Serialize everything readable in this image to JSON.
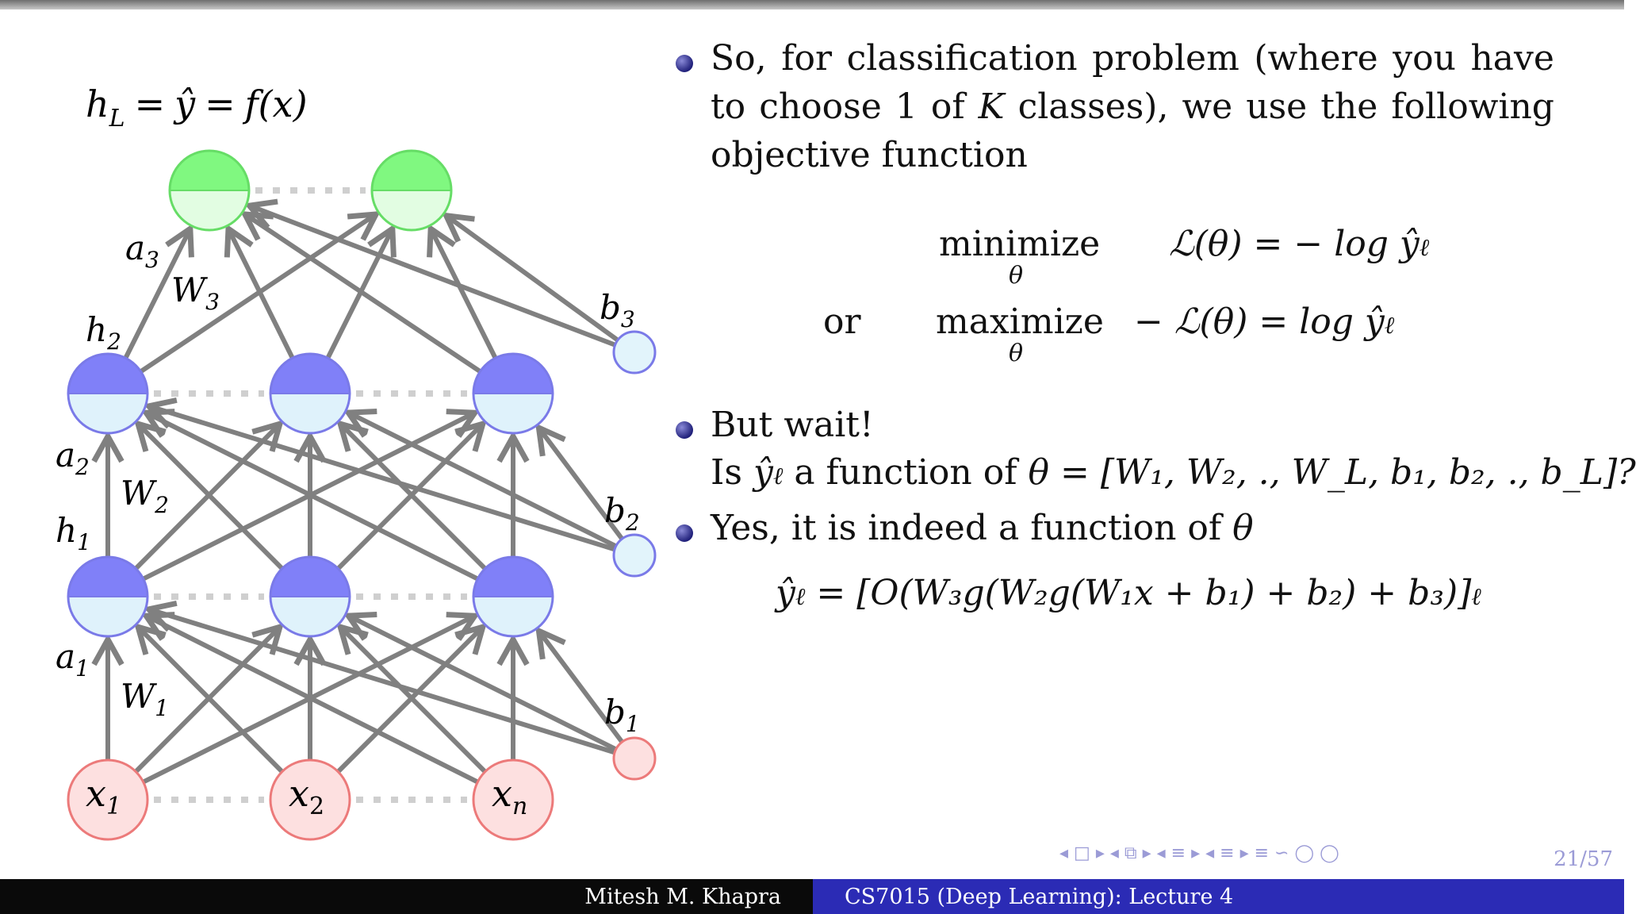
{
  "diagram": {
    "title": "h_L = ŷ = f(x)",
    "title_parts": {
      "h": "h",
      "L": "L",
      "eq1": "=",
      "yhat": "ŷ",
      "eq2": "=",
      "fx": "f(x)"
    },
    "inputs": [
      "x",
      "x",
      "x"
    ],
    "input_subs": [
      "1",
      "2",
      "n"
    ],
    "labels": {
      "a3": "a",
      "a3_sub": "3",
      "W3": "W",
      "W3_sub": "3",
      "b3": "b",
      "b3_sub": "3",
      "h2": "h",
      "h2_sub": "2",
      "a2": "a",
      "a2_sub": "2",
      "W2": "W",
      "W2_sub": "2",
      "b2": "b",
      "b2_sub": "2",
      "h1": "h",
      "h1_sub": "1",
      "a1": "a",
      "a1_sub": "1",
      "W1": "W",
      "W1_sub": "1",
      "b1": "b",
      "b1_sub": "1"
    },
    "colors": {
      "output_top": "#80f880",
      "output_bottom": "#e2fde2",
      "output_stroke": "#66dd66",
      "hidden_top": "#8080f8",
      "hidden_bottom": "#dff2fb",
      "hidden_stroke": "#7a7ae8",
      "input_fill": "#fde0e0",
      "input_stroke": "#ec7a7a",
      "bias_blue": "#e2f4fb",
      "bias_red": "#fde0e0",
      "edge": "#808080",
      "dots": "#cfcfcf"
    }
  },
  "bullets": [
    {
      "line1": [
        "So,",
        "for",
        "classification",
        "problem",
        "(where",
        "you",
        "have"
      ],
      "line2": [
        "to",
        "choose",
        "1",
        "of",
        "K",
        "classes),",
        "we",
        "use",
        "the",
        "following"
      ],
      "line3": "objective function"
    },
    {
      "line1": "But wait!",
      "line2_pre": "Is",
      "line2_mid": "a function of",
      "line2_theta": "θ = [W",
      "line2_rest": "]?"
    },
    {
      "line1_pre": "Yes, it is indeed a function of",
      "line1_theta": "θ"
    }
  ],
  "equations": {
    "minimize": "minimize",
    "maximize": "maximize",
    "or": "or",
    "theta": "θ",
    "min_rhs": "ℒ(θ) = − log ŷ",
    "max_rhs": "− ℒ(θ) = log ŷ",
    "ell": "ℓ",
    "yhat_def": "ŷ",
    "yhat_rhs": "= [O(W₃g(W₂g(W₁x + b₁) + b₂) + b₃)]",
    "theta_list": "θ = [W₁, W₂, ., W_L, b₁, b₂, ., b_L]?"
  },
  "nav": {
    "symbols": "◂ □ ▸   ◂ ⧉ ▸   ◂ ≡ ▸   ◂ ≡ ▸      ≡      ∽ ◯ ◯",
    "page": "21/57"
  },
  "footer": {
    "author": "Mitesh M. Khapra",
    "course": "CS7015 (Deep Learning): Lecture 4"
  }
}
